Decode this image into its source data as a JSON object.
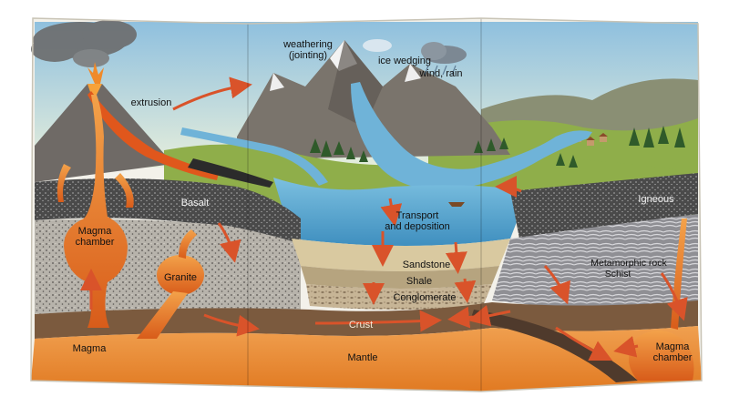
{
  "diagram": {
    "labels": {
      "weathering": "weathering",
      "jointing": "(jointing)",
      "ice_wedging": "ice wedging",
      "wind_rain": "wind, rain",
      "extrusion": "extrusion",
      "basalt": "Basalt",
      "magma_chamber_1": "Magma",
      "magma_chamber_2": "chamber",
      "granite": "Granite",
      "magma": "Magma",
      "transport_1": "Transport",
      "transport_2": "and deposition",
      "sandstone": "Sandstone",
      "shale": "Shale",
      "conglomerate": "Conglomerate",
      "crust": "Crust",
      "mantle": "Mantle",
      "igneous": "Igneous",
      "metamorphic_1": "Metamorphic rock",
      "metamorphic_2": "Schist",
      "magma_chamber_r1": "Magma",
      "magma_chamber_r2": "chamber"
    },
    "colors": {
      "sky": "#bcd9ea",
      "mantle": "#e98a2f",
      "magma": "#e06a1e",
      "water": "#5aa8cf",
      "grass": "#8fae4a",
      "arrow": "#d9532a"
    }
  }
}
